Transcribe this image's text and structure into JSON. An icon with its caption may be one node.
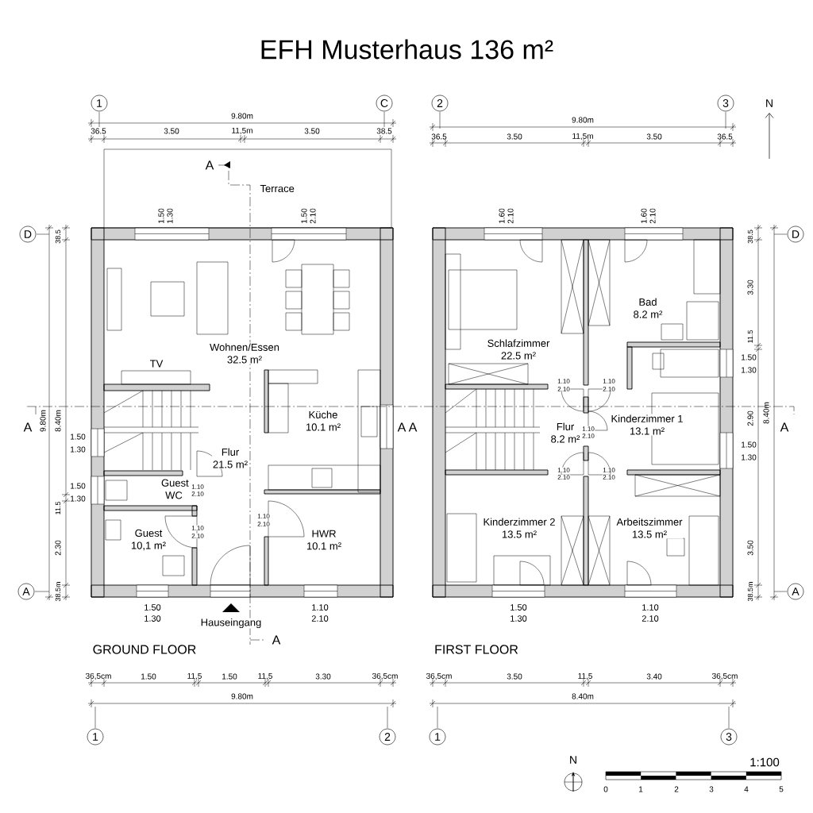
{
  "diagram": {
    "title": "EFH Musterhaus 136 m²",
    "nodes": [
      {
        "text": [
          "Terrace"
        ]
      },
      {
        "text": [
          "Wohnen/Essen",
          "32.5 m²"
        ]
      },
      {
        "text": [
          "Küche",
          "10.1 m²"
        ]
      },
      {
        "text": [
          "Flur",
          "21.5 m²"
        ]
      },
      {
        "text": [
          "Guest WC"
        ]
      },
      {
        "text": [
          "Guest",
          "10,1 m²"
        ]
      },
      {
        "text": [
          "HWR",
          "10.1 m²"
        ]
      },
      {
        "text": [
          "Schlafzimmer",
          "22.5 m²"
        ]
      },
      {
        "text": [
          "Bad",
          "8.2 m²"
        ]
      },
      {
        "text": [
          "Flur",
          "8.2 m²"
        ]
      },
      {
        "text": [
          "Kinderzimmer 1",
          "13.1 m²"
        ]
      },
      {
        "text": [
          "Kinderzimmer 2",
          "13.5 m²"
        ]
      },
      {
        "text": [
          "Arbeitszimmer",
          "13.5 m²"
        ]
      }
    ],
    "labels": [
      "1",
      "C",
      "9.80m",
      "36.5",
      "3.50",
      "11,5m",
      "3.50",
      "38.5",
      "2",
      "3",
      "N",
      "9.80m",
      "36.5",
      "3.50",
      "11,5m",
      "3.50",
      "36.5",
      "A",
      "1.50",
      "1.30",
      "1.50",
      "2.10",
      "1.60",
      "2.10",
      "1.60",
      "2.10",
      "D",
      "38.5",
      "D",
      "38.5",
      "3.30",
      "TV",
      "11.5",
      "1.50",
      "1.30",
      "1.10",
      "2.10",
      "1.10",
      "2.10",
      "9.80m",
      "8.40m",
      "8.40m",
      "A",
      "A",
      "A",
      "A",
      "2.90",
      "1.10",
      "2.10",
      "1.50",
      "1.30",
      "1.50",
      "1.30",
      "1.10",
      "2.10",
      "1.10",
      "2.10",
      "1.50",
      "1.30",
      "1.10",
      "2.10",
      "11.5",
      "1.10",
      "2.10",
      "1.10",
      "2.10",
      "2.30",
      "3.50",
      "A",
      "38.5m",
      "38.5m",
      "A",
      "1.50",
      "1.30",
      "1.10",
      "2.10",
      "1.50",
      "1.30",
      "1.10",
      "2.10",
      "Hauseingang",
      "A",
      "GROUND FLOOR",
      "FIRST FLOOR",
      "36,5cm",
      "1.50",
      "11,5",
      "1.50",
      "11,5",
      "3.30",
      "36,5cm",
      "36,5cm",
      "3.50",
      "11,5",
      "3.40",
      "36,5cm",
      "9.80m",
      "8.40m",
      "1",
      "2",
      "1",
      "3",
      "N",
      "1:100",
      "0",
      "1",
      "2",
      "3",
      "4",
      "5"
    ]
  }
}
